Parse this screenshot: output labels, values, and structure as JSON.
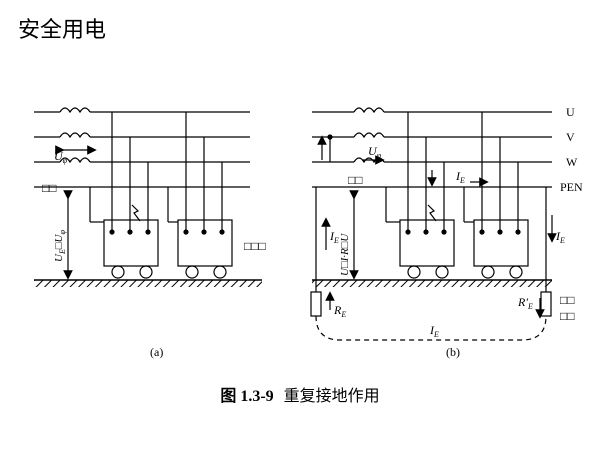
{
  "header": {
    "title": "安全用电"
  },
  "diagram": {
    "lines": {
      "u": "U",
      "v": "V",
      "w": "W",
      "pen": "PEN"
    },
    "panel_a": {
      "label": "(a)",
      "voltage_phase": "U",
      "voltage_phase_sub": "φ",
      "voltage_eq_main": "U",
      "voltage_eq_sub1": "E",
      "voltage_eq_sep": "□",
      "voltage_eq_main2": "U",
      "voltage_eq_sub2": "φ",
      "break_label": "□□",
      "device_label": "□□□"
    },
    "panel_b": {
      "label": "(b)",
      "voltage_phase": "U",
      "voltage_phase_sub": "φ",
      "current_ie": "I",
      "current_ie_sub": "E",
      "break_label": "□□",
      "eq_text": "U□I·R□U",
      "re_label": "R",
      "re_sub": "E",
      "re2_label": "R′",
      "re2_sub": "E",
      "right_label_1": "□□",
      "right_label_2": "□□"
    }
  },
  "caption": {
    "number": "图 1.3-9",
    "text": "重复接地作用"
  }
}
